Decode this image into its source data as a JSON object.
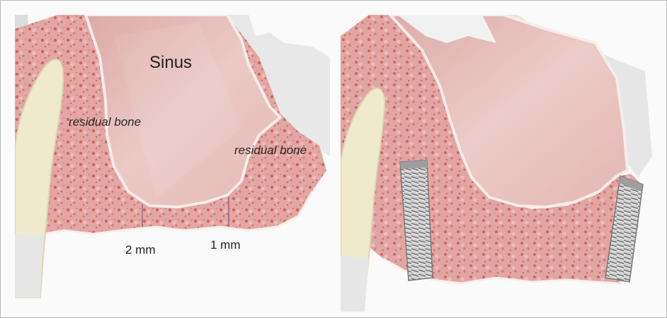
{
  "left_panel": {
    "sinus_label": "Sinus",
    "residual_bone_left": "residual bone",
    "residual_bone_right": "residual bone",
    "measure_left": "2 mm",
    "measure_right": "1 mm"
  },
  "colors": {
    "bone": "#e3a4a1",
    "sinus": "#e6c0bc",
    "membrane": "#f3e6e4",
    "tooth": "#efeacc",
    "implant": "#b8b8b8"
  }
}
